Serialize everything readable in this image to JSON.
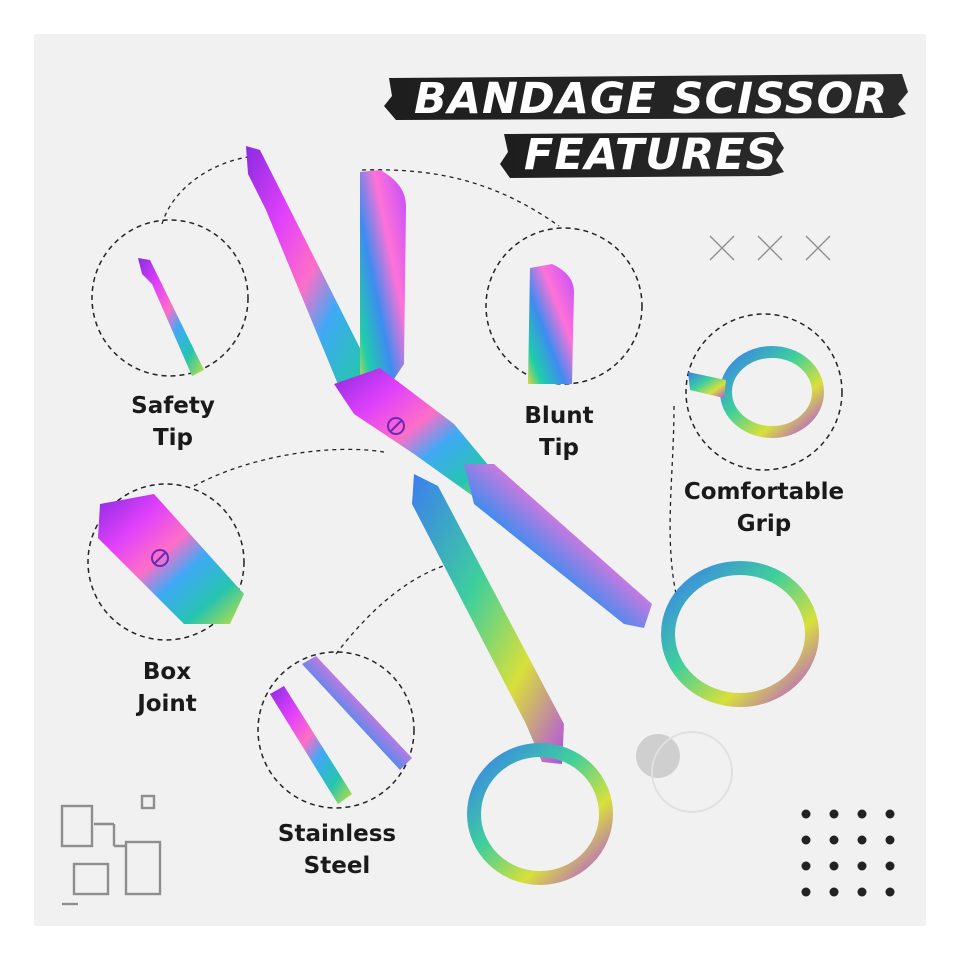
{
  "title": {
    "line1": "BANDAGE SCISSOR",
    "line2": "FEATURES"
  },
  "features": [
    {
      "name": "safety-tip",
      "line1": "Safety",
      "line2": "Tip"
    },
    {
      "name": "blunt-tip",
      "line1": "Blunt",
      "line2": "Tip"
    },
    {
      "name": "comfortable-grip",
      "line1": "Comfortable",
      "line2": "Grip"
    },
    {
      "name": "box-joint",
      "line1": "Box",
      "line2": "Joint"
    },
    {
      "name": "stainless-steel",
      "line1": "Stainless",
      "line2": "Steel"
    }
  ],
  "colors": {
    "background": "#f1f1f1",
    "title_banner": "#1e1e1e",
    "title_text": "#ffffff",
    "label_text": "#1a1a1a"
  }
}
